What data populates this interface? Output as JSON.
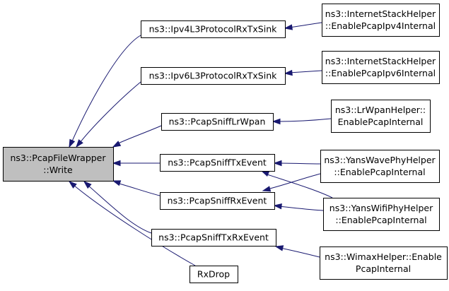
{
  "nodes": [
    {
      "id": "root",
      "lines": [
        "ns3::PcapFileWrapper",
        "::Write"
      ]
    },
    {
      "id": "ipv4sink",
      "lines": [
        "ns3::Ipv4L3ProtocolRxTxSink"
      ]
    },
    {
      "id": "ipv6sink",
      "lines": [
        "ns3::Ipv6L3ProtocolRxTxSink"
      ]
    },
    {
      "id": "lrwpan",
      "lines": [
        "ns3::PcapSniffLrWpan"
      ]
    },
    {
      "id": "sniffTx",
      "lines": [
        "ns3::PcapSniffTxEvent"
      ]
    },
    {
      "id": "sniffRx",
      "lines": [
        "ns3::PcapSniffRxEvent"
      ]
    },
    {
      "id": "sniffTxRx",
      "lines": [
        "ns3::PcapSniffTxRxEvent"
      ]
    },
    {
      "id": "rxdrop",
      "lines": [
        "RxDrop"
      ]
    },
    {
      "id": "inetIpv4",
      "lines": [
        "ns3::InternetStackHelper",
        "::EnablePcapIpv4Internal"
      ]
    },
    {
      "id": "inetIpv6",
      "lines": [
        "ns3::InternetStackHelper",
        "::EnablePcapIpv6Internal"
      ]
    },
    {
      "id": "lrwpanHelper",
      "lines": [
        "ns3::LrWpanHelper::",
        "EnablePcapInternal"
      ]
    },
    {
      "id": "yansWave",
      "lines": [
        "ns3::YansWavePhyHelper",
        "::EnablePcapInternal"
      ]
    },
    {
      "id": "yansWifi",
      "lines": [
        "ns3::YansWifiPhyHelper",
        "::EnablePcapInternal"
      ]
    },
    {
      "id": "wimax",
      "lines": [
        "ns3::WimaxHelper::Enable",
        "PcapInternal"
      ]
    }
  ],
  "edges": [
    {
      "from": "ipv4sink",
      "to": "root"
    },
    {
      "from": "ipv6sink",
      "to": "root"
    },
    {
      "from": "lrwpan",
      "to": "root"
    },
    {
      "from": "sniffTx",
      "to": "root"
    },
    {
      "from": "sniffRx",
      "to": "root"
    },
    {
      "from": "sniffTxRx",
      "to": "root"
    },
    {
      "from": "rxdrop",
      "to": "root"
    },
    {
      "from": "inetIpv4",
      "to": "ipv4sink"
    },
    {
      "from": "inetIpv6",
      "to": "ipv6sink"
    },
    {
      "from": "lrwpanHelper",
      "to": "lrwpan"
    },
    {
      "from": "yansWave",
      "to": "sniffTx"
    },
    {
      "from": "yansWave",
      "to": "sniffRx"
    },
    {
      "from": "yansWifi",
      "to": "sniffTx"
    },
    {
      "from": "yansWifi",
      "to": "sniffRx"
    },
    {
      "from": "wimax",
      "to": "sniffTxRx"
    }
  ],
  "colors": {
    "edge": "#191970",
    "root_fill": "#bfbfbf",
    "node_fill": "#ffffff",
    "border": "#000000"
  }
}
